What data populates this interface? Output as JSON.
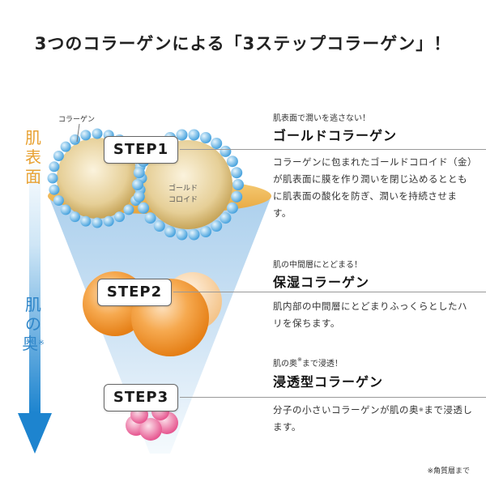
{
  "title": "3つのコラーゲンによる「3ステップコラーゲン」！",
  "side": {
    "top_label": "肌表面",
    "bottom_label": "肌の奥",
    "bottom_mark": "※"
  },
  "steps": [
    {
      "box_label": "STEP1",
      "subtitle": "肌表面で潤いを逃さない！",
      "heading": "ゴールドコラーゲン",
      "description": "コラーゲンに包まれたゴールドコロイド（金）が肌表面に膜を作り潤いを閉じ込めるとともに肌表面の酸化を防ぎ、潤いを持続させます。"
    },
    {
      "box_label": "STEP2",
      "subtitle": "肌の中間層にとどまる！",
      "heading": "保湿コラーゲン",
      "description": "肌内部の中間層にとどまりふっくらとしたハリを保ちます。"
    },
    {
      "box_label": "STEP3",
      "subtitle_pre": "肌の奥",
      "subtitle_mark": "※",
      "subtitle_post": "まで浸透！",
      "heading": "浸透型コラーゲン",
      "description_pre": "分子の小さいコラーゲンが肌の奥",
      "description_mark": "※",
      "description_post": "まで浸透します。"
    }
  ],
  "illustration": {
    "collagen_label": "コラーゲン",
    "gold_label_line1": "ゴールド",
    "gold_label_line2": "コロイド"
  },
  "footnote": "※角質層まで",
  "colors": {
    "surface_orange": "#e8a233",
    "depth_blue": "#2f86c9",
    "collagen_bead": "#5fb3e6",
    "gold": "#d9b25a",
    "moisture_orange": "#f2972e",
    "penetration_pink": "#e9558f"
  }
}
